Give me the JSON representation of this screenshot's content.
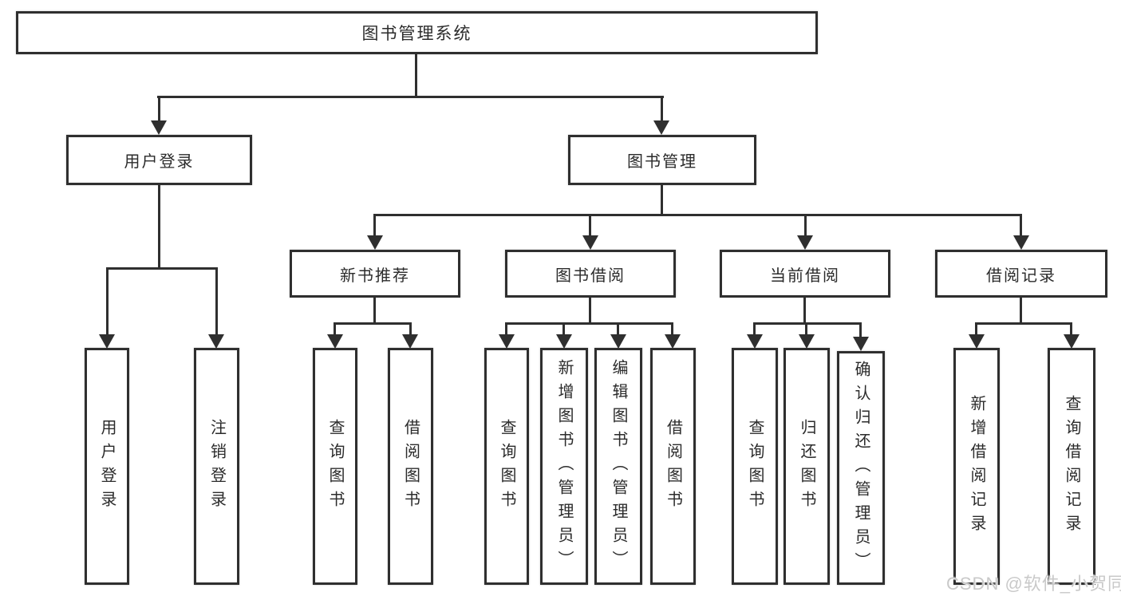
{
  "tree": {
    "root": {
      "label": "图书管理系统"
    },
    "level2": [
      {
        "id": "user-login",
        "label": "用户登录"
      },
      {
        "id": "book-management",
        "label": "图书管理"
      }
    ],
    "level3": [
      {
        "id": "new-book-recommend",
        "label": "新书推荐"
      },
      {
        "id": "book-borrow",
        "label": "图书借阅"
      },
      {
        "id": "current-borrow",
        "label": "当前借阅"
      },
      {
        "id": "borrow-records",
        "label": "借阅记录"
      }
    ],
    "leaves": {
      "user_login": [
        "用户登录",
        "注销登录"
      ],
      "new_book_recommend": [
        "查询图书",
        "借阅图书"
      ],
      "book_borrow": [
        "查询图书",
        "新增图书（管理员）",
        "编辑图书（管理员）",
        "借阅图书"
      ],
      "current_borrow": [
        "查询图书",
        "归还图书",
        "确认归还（管理员）"
      ],
      "borrow_records": [
        "新增借阅记录",
        "查询借阅记录"
      ]
    }
  },
  "watermark": {
    "text": "CSDN @软件_小贺同学"
  },
  "colors": {
    "line": "#2f2f2f",
    "box_border": "#2f2f2f",
    "text": "#2b2b2b",
    "background": "#ffffff",
    "watermark": "#c9c9c9"
  }
}
